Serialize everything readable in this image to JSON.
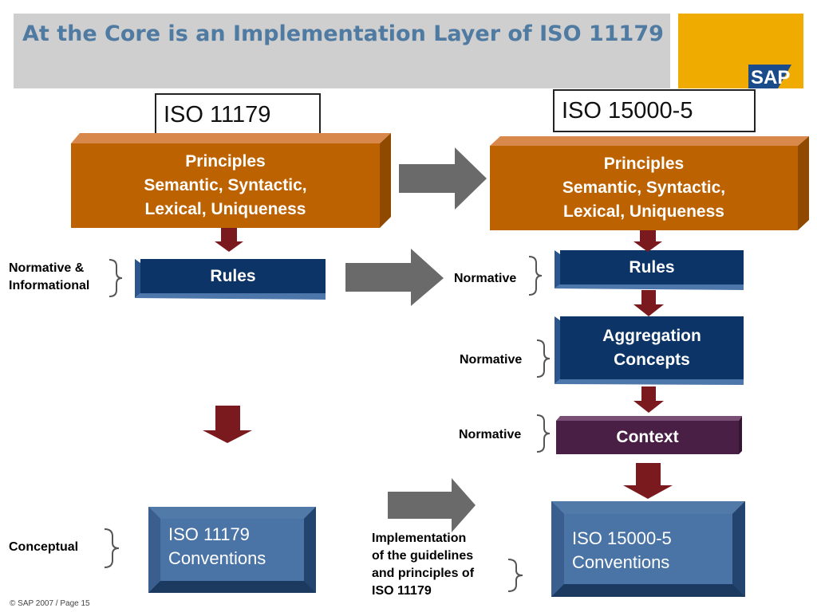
{
  "slide": {
    "title": "At the Core is an Implementation Layer of  ISO 11179",
    "footer": "© SAP 2007 / Page 15",
    "logo_text": "SAP"
  },
  "left_column": {
    "header": "ISO 11179",
    "principles": "Principles\nSemantic, Syntactic,\n Lexical, Uniqueness",
    "rules": "Rules",
    "rules_note": "Normative &\nInformational",
    "conventions": "ISO 11179\nConventions",
    "conventions_note": "Conceptual"
  },
  "right_column": {
    "header": "ISO 15000-5",
    "principles": "Principles\nSemantic, Syntactic,\n Lexical, Uniqueness",
    "rules": "Rules",
    "rules_note": "Normative",
    "aggregation": "Aggregation\n Concepts",
    "aggregation_note": "Normative",
    "context": "Context",
    "context_note": "Normative",
    "conventions": "ISO 15000-5\nConventions",
    "conventions_note": "Implementation\nof the guidelines\nand principles of\nISO 11179"
  },
  "colors": {
    "title_text": "#4f7aa1",
    "orange_box": "#bd6200",
    "navy_box": "#0c3466",
    "purple_box": "#4a1f45",
    "steel_box": "#3f6390",
    "dark_red_arrow": "#7b1a1e",
    "gray_arrow": "#6a6a6a",
    "logo_gold": "#f0ab00"
  }
}
